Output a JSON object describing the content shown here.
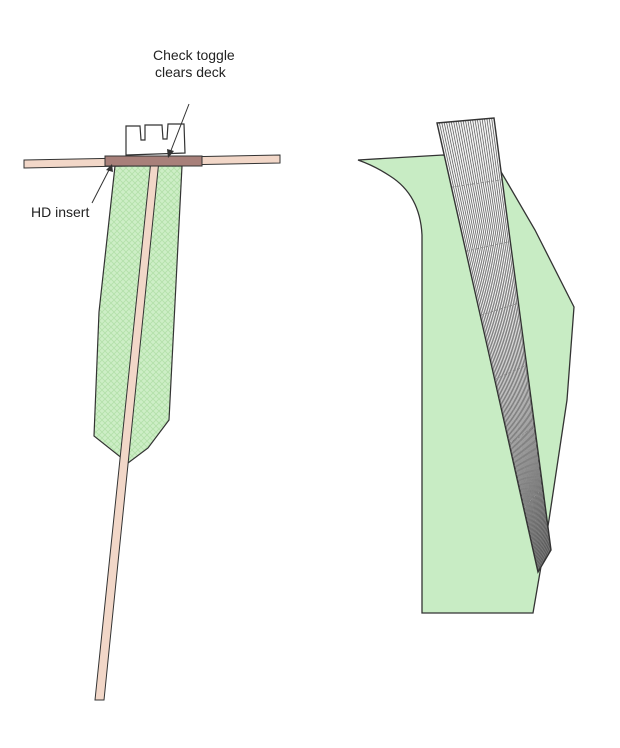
{
  "labels": {
    "check_toggle_line1": "Check toggle",
    "check_toggle_line2": "clears deck",
    "hd_insert": "HD insert"
  },
  "colors": {
    "green_fill": "#c8ecc4",
    "green_light": "#d9f3d3",
    "tan": "#f2d7c8",
    "brown_insert": "#a8807a",
    "outline": "#333333",
    "stripe": "#555555"
  }
}
